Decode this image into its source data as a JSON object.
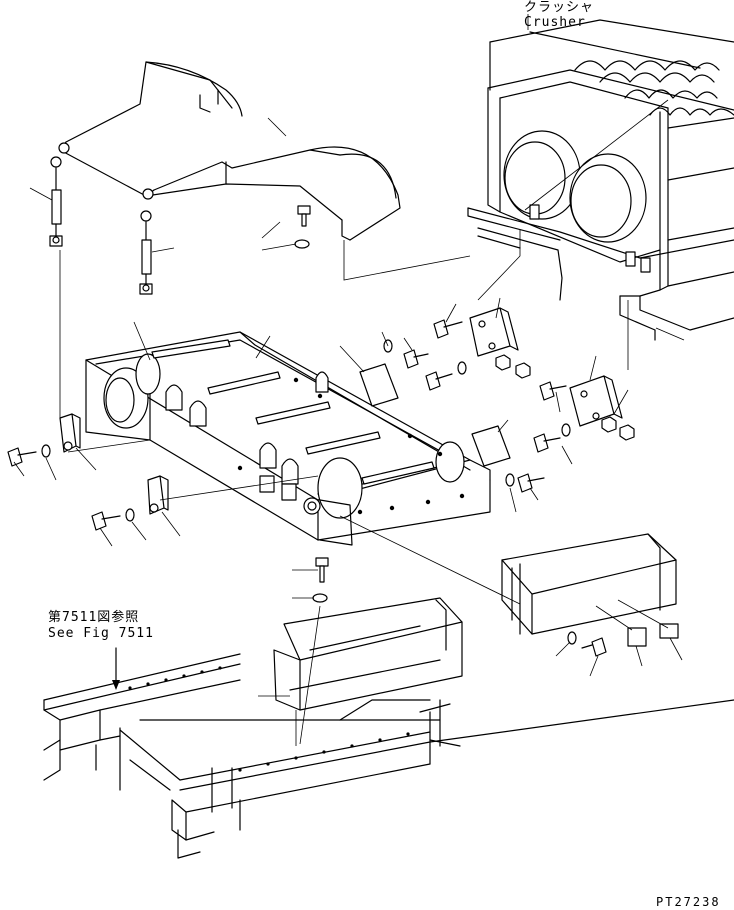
{
  "labels": {
    "crusher_jp": "クラッシャ",
    "crusher_en": "Crusher",
    "ref_jp": "第7511図参照",
    "ref_en": "See Fig 7511",
    "page_id": "PT27238"
  },
  "colors": {
    "ink": "#000000",
    "paper": "#ffffff"
  }
}
